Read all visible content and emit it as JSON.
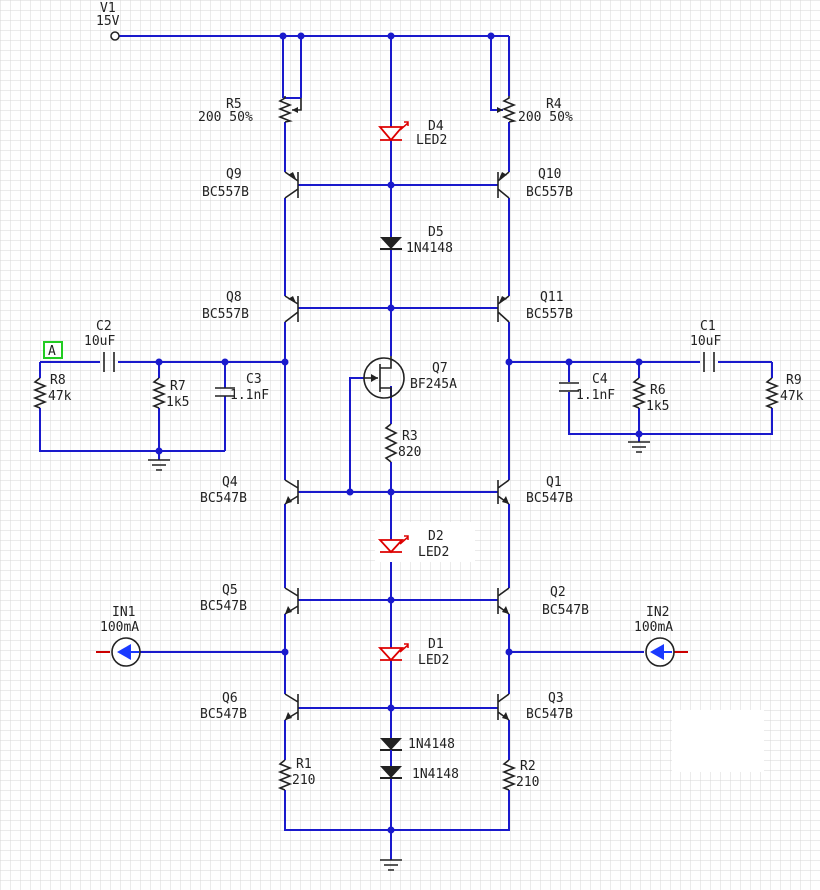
{
  "colors": {
    "wire": "#1a1acc",
    "component": "#222222",
    "led": "#dd0000",
    "grid": "#d7d7d7",
    "probe": "#22cc22",
    "source_arrow": "#1a3aff"
  },
  "probe": {
    "label": "A"
  },
  "supply": {
    "name": "V1",
    "value": "15V"
  },
  "resistors": {
    "R1": {
      "name": "R1",
      "value": "210"
    },
    "R2": {
      "name": "R2",
      "value": "210"
    },
    "R3": {
      "name": "R3",
      "value": "820"
    },
    "R4": {
      "name": "R4",
      "value": "200 50%"
    },
    "R5": {
      "name": "R5",
      "value": "200 50%"
    },
    "R6": {
      "name": "R6",
      "value": "1k5"
    },
    "R7": {
      "name": "R7",
      "value": "1k5"
    },
    "R8": {
      "name": "R8",
      "value": "47k"
    },
    "R9": {
      "name": "R9",
      "value": "47k"
    }
  },
  "capacitors": {
    "C1": {
      "name": "C1",
      "value": "10uF"
    },
    "C2": {
      "name": "C2",
      "value": "10uF"
    },
    "C3": {
      "name": "C3",
      "value": "1.1nF"
    },
    "C4": {
      "name": "C4",
      "value": "1.1nF"
    }
  },
  "diodes": {
    "D1": {
      "name": "D1",
      "value": "LED2"
    },
    "D2": {
      "name": "D2",
      "value": "LED2"
    },
    "D4": {
      "name": "D4",
      "value": "LED2"
    },
    "D5": {
      "name": "D5",
      "value": "1N4148"
    },
    "D6": {
      "value": "1N4148"
    },
    "D7": {
      "value": "1N4148"
    }
  },
  "transistors": {
    "Q1": {
      "name": "Q1",
      "value": "BC547B"
    },
    "Q2": {
      "name": "Q2",
      "value": "BC547B"
    },
    "Q3": {
      "name": "Q3",
      "value": "BC547B"
    },
    "Q4": {
      "name": "Q4",
      "value": "BC547B"
    },
    "Q5": {
      "name": "Q5",
      "value": "BC547B"
    },
    "Q6": {
      "name": "Q6",
      "value": "BC547B"
    },
    "Q7": {
      "name": "Q7",
      "value": "BF245A"
    },
    "Q8": {
      "name": "Q8",
      "value": "BC557B"
    },
    "Q9": {
      "name": "Q9",
      "value": "BC557B"
    },
    "Q10": {
      "name": "Q10",
      "value": "BC557B"
    },
    "Q11": {
      "name": "Q11",
      "value": "BC557B"
    }
  },
  "current_sources": {
    "IN1": {
      "name": "IN1",
      "value": "100mA"
    },
    "IN2": {
      "name": "IN2",
      "value": "100mA"
    }
  }
}
